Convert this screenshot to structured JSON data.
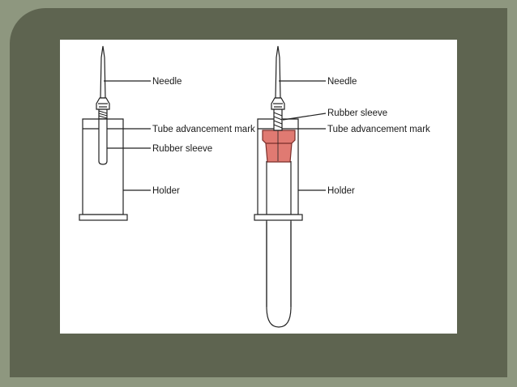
{
  "diagram": {
    "left_assembly": {
      "labels": {
        "needle": "Needle",
        "tube_mark": "Tube advancement mark",
        "rubber_sleeve": "Rubber sleeve",
        "holder": "Holder"
      }
    },
    "right_assembly": {
      "labels": {
        "needle": "Needle",
        "rubber_sleeve": "Rubber sleeve",
        "tube_mark": "Tube advancement mark",
        "holder": "Holder"
      }
    },
    "colors": {
      "slide_background": "#8e977f",
      "frame": "#5e6450",
      "panel": "#ffffff",
      "line": "#222222",
      "stopper": "#e07a72",
      "stopper_outline": "#7a2e2a"
    }
  }
}
